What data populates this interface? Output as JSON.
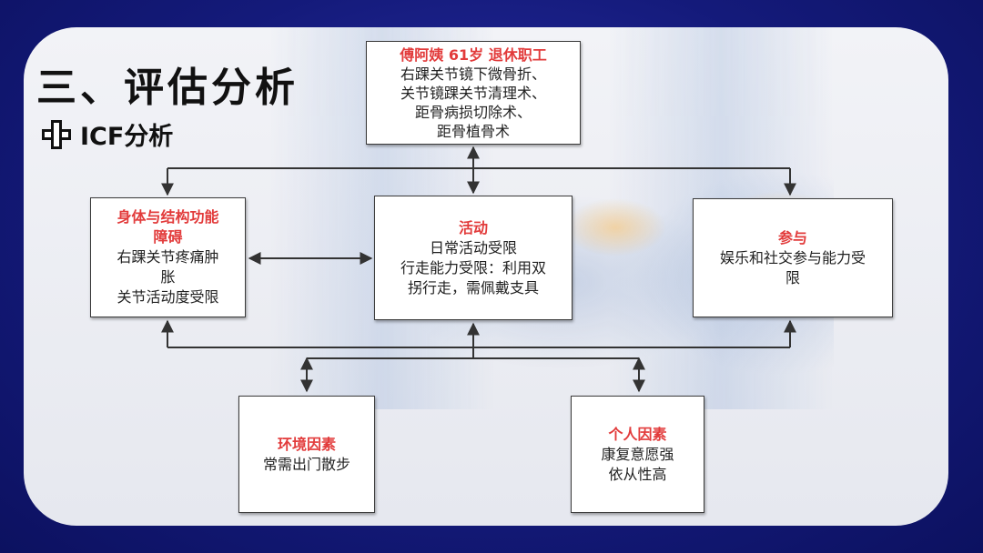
{
  "title": "三、评估分析",
  "subtitle": "ICF分析",
  "patient": {
    "header": "傅阿姨  61岁  退休职工",
    "lines": [
      "右踝关节镜下微骨折、",
      "关节镜踝关节清理术、",
      "距骨病损切除术、",
      "距骨植骨术"
    ]
  },
  "body_structure": {
    "header_lines": [
      "身体与结构功能",
      "障碍"
    ],
    "lines": [
      "右踝关节疼痛肿",
      "胀",
      "关节活动度受限"
    ]
  },
  "activity": {
    "header": "活动",
    "lines": [
      "日常活动受限",
      "行走能力受限：利用双",
      "拐行走，需佩戴支具"
    ]
  },
  "participation": {
    "header": "参与",
    "lines": [
      "娱乐和社交参与能力受",
      "限"
    ]
  },
  "environment": {
    "header": "环境因素",
    "lines": [
      "常需出门散步"
    ]
  },
  "personal": {
    "header": "个人因素",
    "lines": [
      "康复意愿强",
      "依从性高"
    ]
  },
  "colors": {
    "accent": "#e23b3b",
    "frame": "#141a7a",
    "connector": "#333333"
  }
}
